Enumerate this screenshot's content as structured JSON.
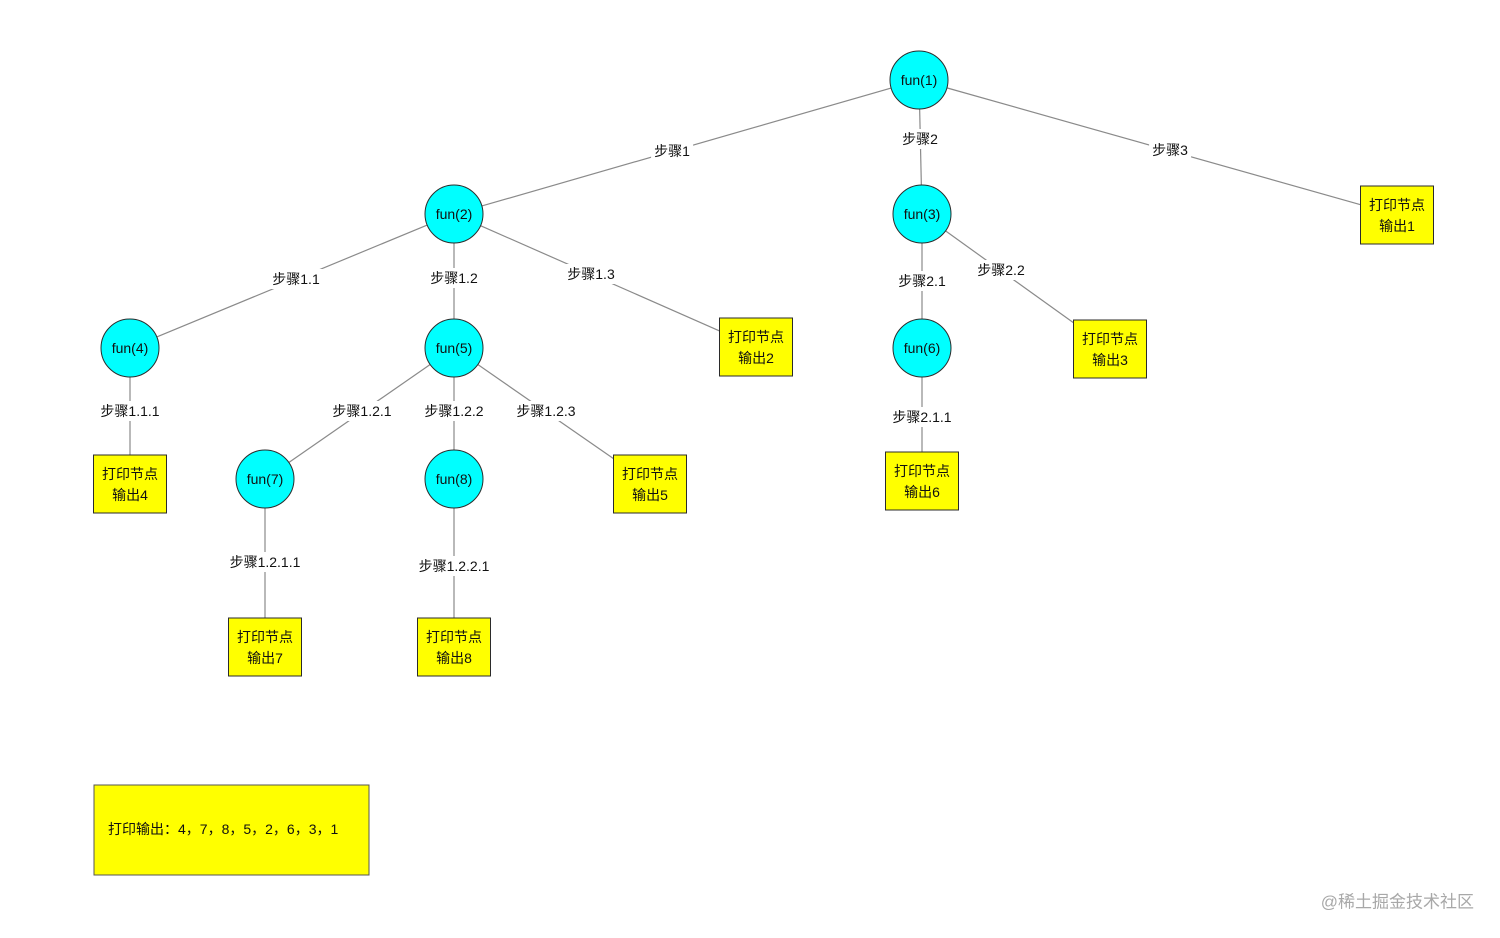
{
  "nodes": [
    {
      "id": "fun1",
      "type": "call",
      "label": "fun(1)"
    },
    {
      "id": "fun2",
      "type": "call",
      "label": "fun(2)"
    },
    {
      "id": "fun3",
      "type": "call",
      "label": "fun(3)"
    },
    {
      "id": "fun4",
      "type": "call",
      "label": "fun(4)"
    },
    {
      "id": "fun5",
      "type": "call",
      "label": "fun(5)"
    },
    {
      "id": "fun6",
      "type": "call",
      "label": "fun(6)"
    },
    {
      "id": "fun7",
      "type": "call",
      "label": "fun(7)"
    },
    {
      "id": "fun8",
      "type": "call",
      "label": "fun(8)"
    },
    {
      "id": "out1",
      "type": "print",
      "lines": [
        "打印节点",
        "输出1"
      ]
    },
    {
      "id": "out2",
      "type": "print",
      "lines": [
        "打印节点",
        "输出2"
      ]
    },
    {
      "id": "out3",
      "type": "print",
      "lines": [
        "打印节点",
        "输出3"
      ]
    },
    {
      "id": "out4",
      "type": "print",
      "lines": [
        "打印节点",
        "输出4"
      ]
    },
    {
      "id": "out5",
      "type": "print",
      "lines": [
        "打印节点",
        "输出5"
      ]
    },
    {
      "id": "out6",
      "type": "print",
      "lines": [
        "打印节点",
        "输出6"
      ]
    },
    {
      "id": "out7",
      "type": "print",
      "lines": [
        "打印节点",
        "输出7"
      ]
    },
    {
      "id": "out8",
      "type": "print",
      "lines": [
        "打印节点",
        "输出8"
      ]
    }
  ],
  "edges": [
    {
      "from": "fun1",
      "to": "fun2",
      "label": "步骤1"
    },
    {
      "from": "fun1",
      "to": "fun3",
      "label": "步骤2"
    },
    {
      "from": "fun1",
      "to": "out1",
      "label": "步骤3"
    },
    {
      "from": "fun2",
      "to": "fun4",
      "label": "步骤1.1"
    },
    {
      "from": "fun2",
      "to": "fun5",
      "label": "步骤1.2"
    },
    {
      "from": "fun2",
      "to": "out2",
      "label": "步骤1.3"
    },
    {
      "from": "fun4",
      "to": "out4",
      "label": "步骤1.1.1"
    },
    {
      "from": "fun5",
      "to": "fun7",
      "label": "步骤1.2.1"
    },
    {
      "from": "fun5",
      "to": "fun8",
      "label": "步骤1.2.2"
    },
    {
      "from": "fun5",
      "to": "out5",
      "label": "步骤1.2.3"
    },
    {
      "from": "fun7",
      "to": "out7",
      "label": "步骤1.2.1.1"
    },
    {
      "from": "fun8",
      "to": "out8",
      "label": "步骤1.2.2.1"
    },
    {
      "from": "fun3",
      "to": "fun6",
      "label": "步骤2.1"
    },
    {
      "from": "fun3",
      "to": "out3",
      "label": "步骤2.2"
    },
    {
      "from": "fun6",
      "to": "out6",
      "label": "步骤2.1.1"
    }
  ],
  "summary": {
    "text": "打印输出：4，7，8，5，2，6，3，1"
  },
  "watermark": {
    "text": "@稀土掘金技术社区"
  },
  "colors": {
    "call_node": "#00ffff",
    "print_node": "#ffff00",
    "edge": "#8a8a8a"
  }
}
